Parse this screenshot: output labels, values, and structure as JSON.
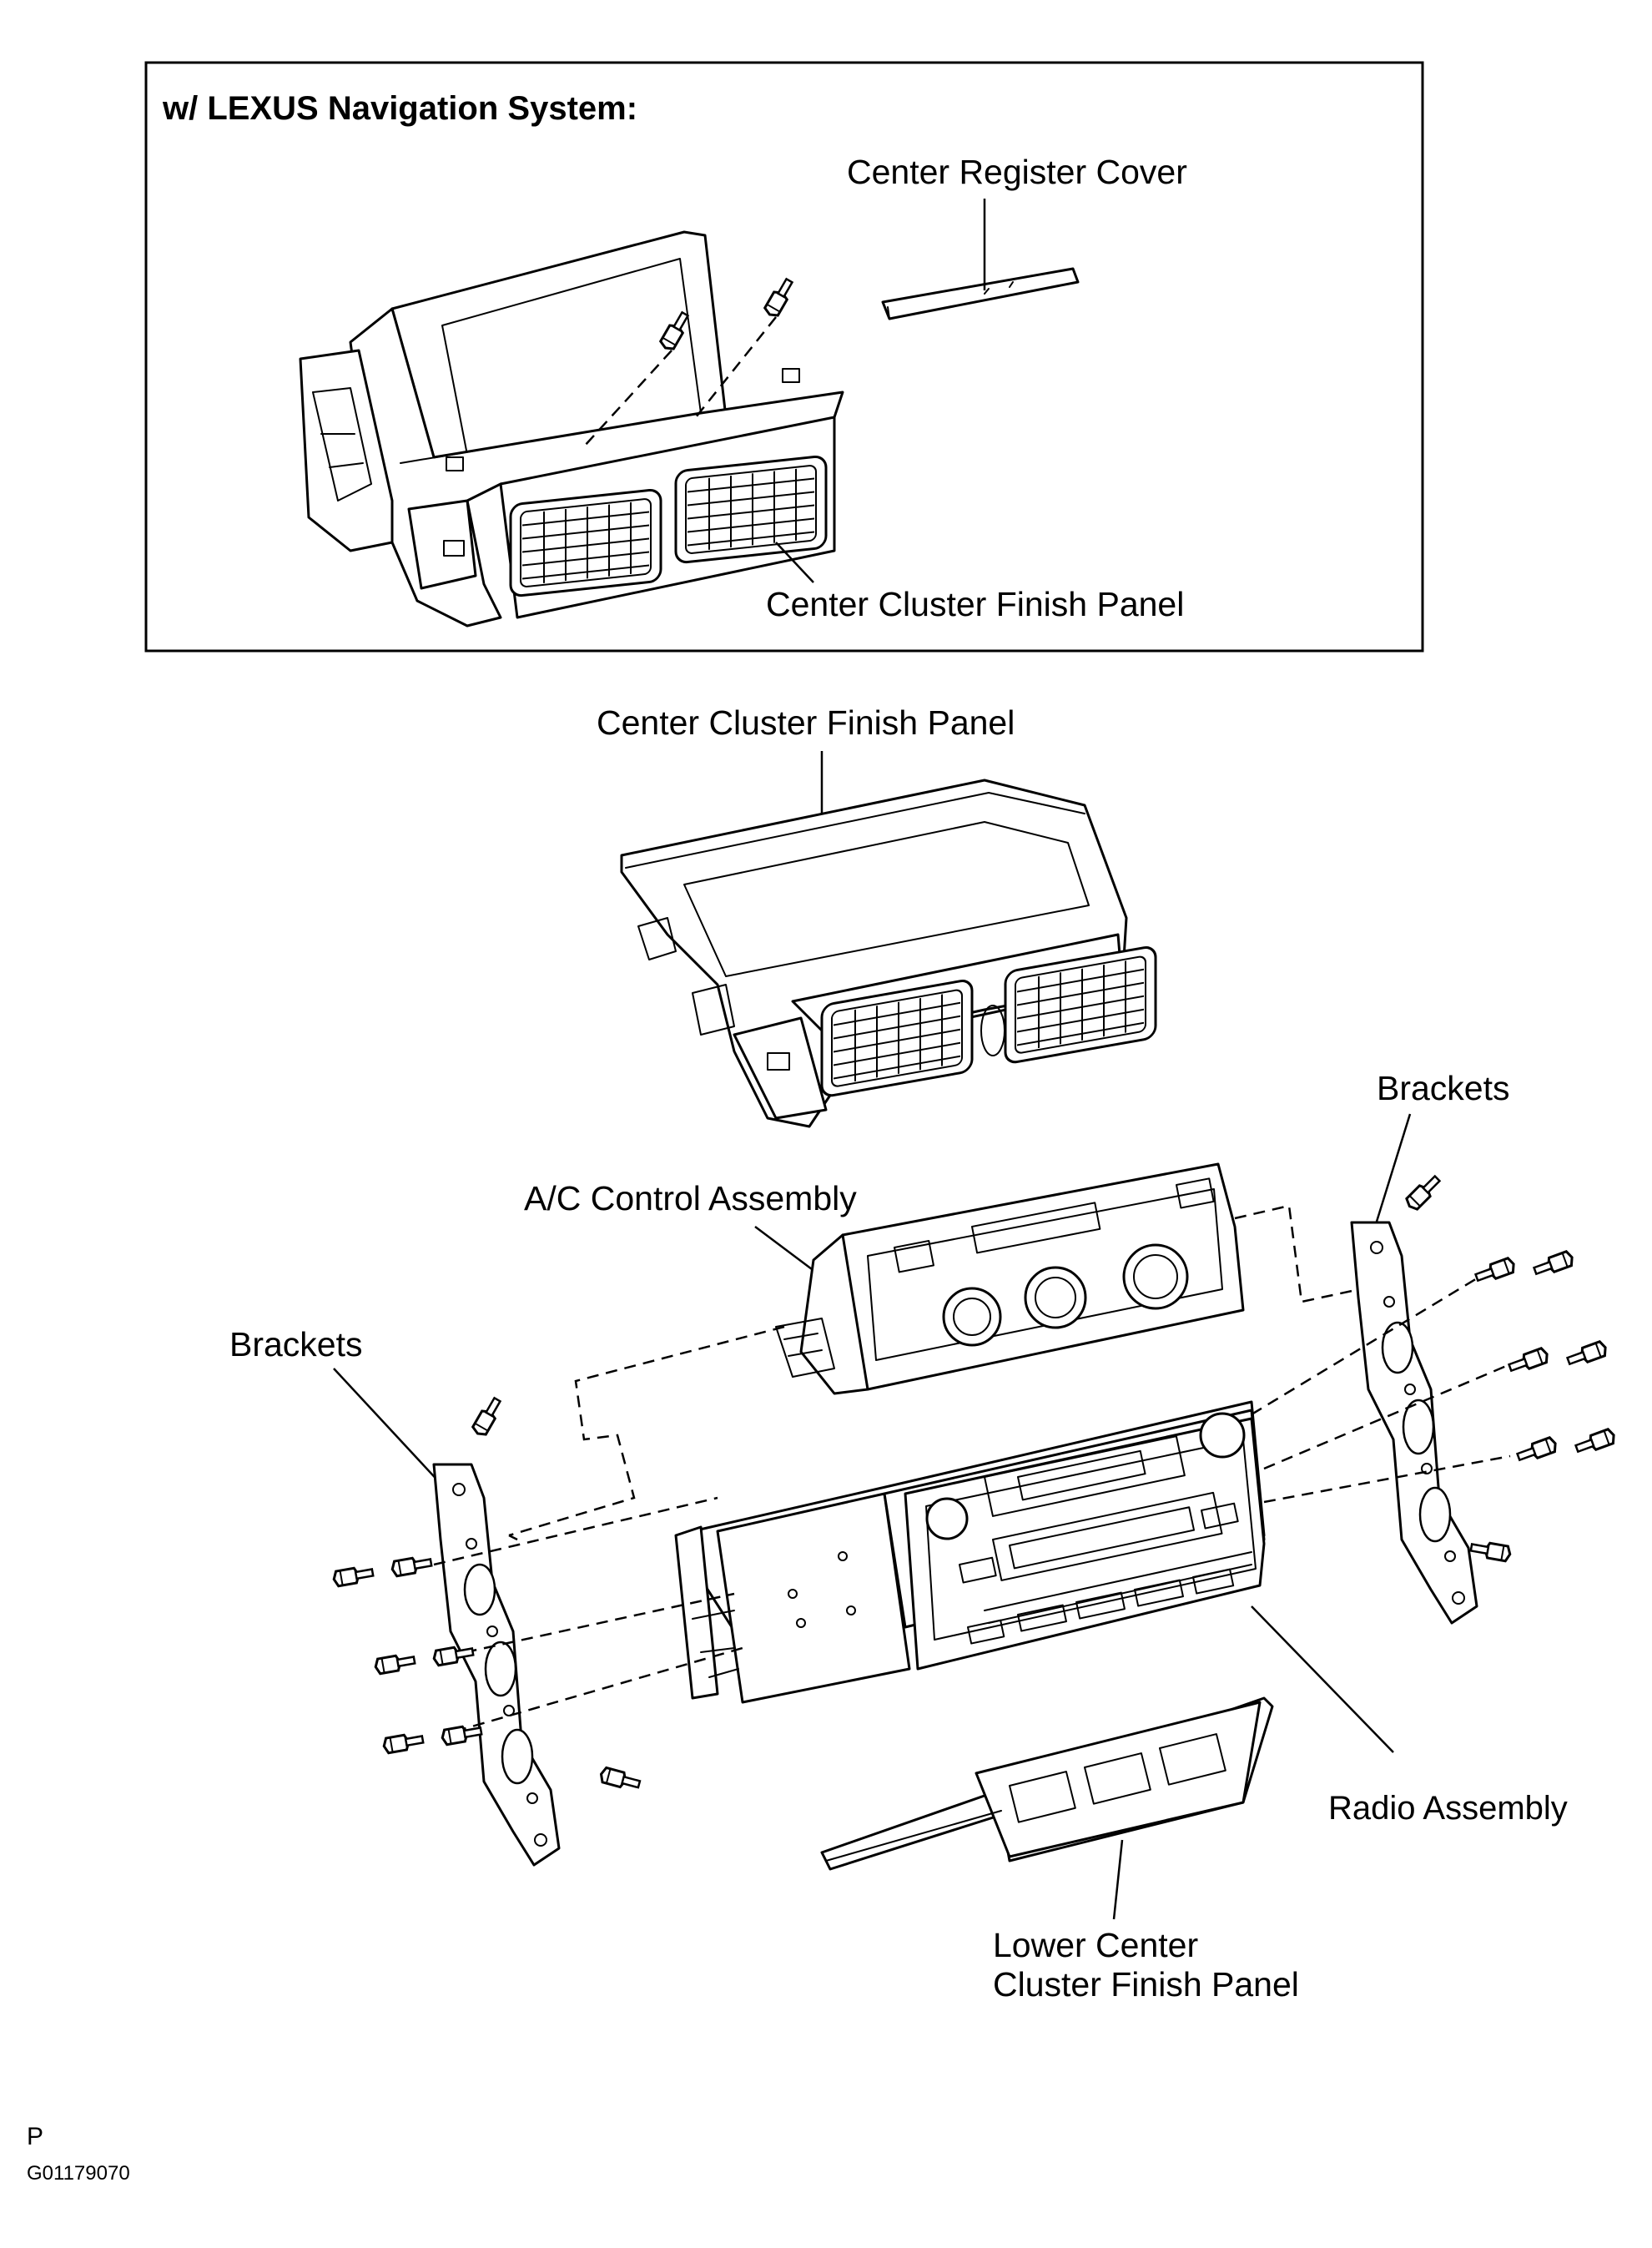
{
  "inset": {
    "heading": "w/ LEXUS Navigation System:",
    "labels": {
      "register_cover": "Center Register Cover",
      "finish_panel": "Center Cluster Finish Panel"
    }
  },
  "main": {
    "labels": {
      "finish_panel": "Center Cluster Finish Panel",
      "brackets_right": "Brackets",
      "ac_control": "A/C Control Assembly",
      "brackets_left": "Brackets",
      "radio": "Radio Assembly",
      "lower_panel_line1": "Lower Center",
      "lower_panel_line2": "Cluster Finish Panel"
    }
  },
  "footer": {
    "marker": "P",
    "figure_code": "G01179070"
  }
}
